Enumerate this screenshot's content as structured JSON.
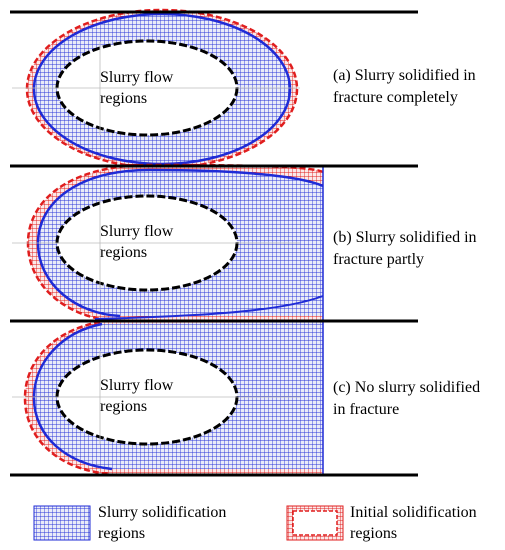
{
  "panels": [
    {
      "inner_line1": "Slurry flow",
      "inner_line2": "regions",
      "caption_line1": "(a) Slurry solidified in",
      "caption_line2": "fracture completely"
    },
    {
      "inner_line1": "Slurry flow",
      "inner_line2": "regions",
      "caption_line1": "(b) Slurry solidified in",
      "caption_line2": "fracture partly"
    },
    {
      "inner_line1": "Slurry flow",
      "inner_line2": "regions",
      "caption_line1": "(c) No slurry solidified",
      "caption_line2": "in fracture"
    }
  ],
  "legend": {
    "slurry_line1": "Slurry solidification",
    "slurry_line2": "regions",
    "initial_line1": "Initial solidification",
    "initial_line2": "regions"
  },
  "colors": {
    "boundary": "#000000",
    "solidified": "#1f2bd6",
    "initial": "#e01e1e",
    "fill": "#e9ebf8"
  }
}
